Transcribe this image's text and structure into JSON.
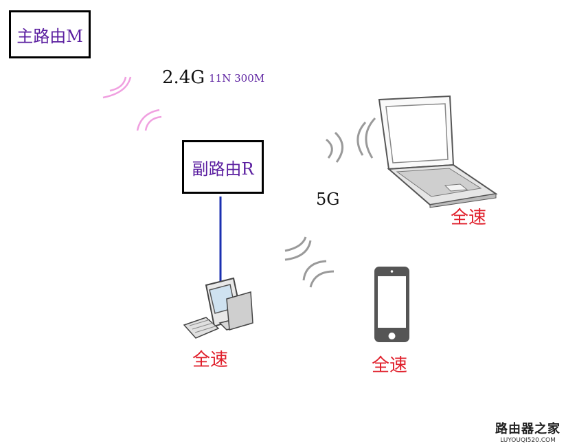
{
  "main_router": {
    "label": "主路由M"
  },
  "sub_router": {
    "label": "副路由R"
  },
  "band_24": {
    "label": "2.4G",
    "mode": "11N 300M"
  },
  "band_5": {
    "label": "5G"
  },
  "devices": {
    "laptop": {
      "speed": "全速"
    },
    "pc": {
      "speed": "全速"
    },
    "phone": {
      "speed": "全速"
    }
  },
  "watermark": {
    "cn": "路由器之家",
    "en": "LUYOUQI520.COM"
  },
  "colors": {
    "label_purple": "#5b1fa0",
    "speed_red": "#e0202c",
    "cable_blue": "#1a2fb0",
    "wave_pink": "#f0a0e0",
    "wave_gray": "#9a9a9a"
  }
}
